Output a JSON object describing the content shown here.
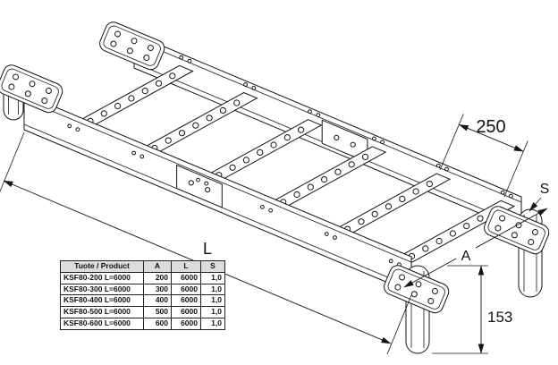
{
  "drawing": {
    "labels": {
      "rung_spacing": "250",
      "thickness": "S",
      "width": "A",
      "length": "L",
      "end_height": "153"
    }
  },
  "table": {
    "headers": [
      "Tuote / Product",
      "A",
      "L",
      "S"
    ],
    "rows": [
      {
        "product": "KSF80-200 L=6000",
        "a": "200",
        "l": "6000",
        "s": "1,0"
      },
      {
        "product": "KSF80-300 L=6000",
        "a": "300",
        "l": "6000",
        "s": "1,0"
      },
      {
        "product": "KSF80-400 L=6000",
        "a": "400",
        "l": "6000",
        "s": "1,0"
      },
      {
        "product": "KSF80-500 L=6000",
        "a": "500",
        "l": "6000",
        "s": "1,0"
      },
      {
        "product": "KSF80-600 L=6000",
        "a": "600",
        "l": "6000",
        "s": "1,0"
      }
    ]
  }
}
